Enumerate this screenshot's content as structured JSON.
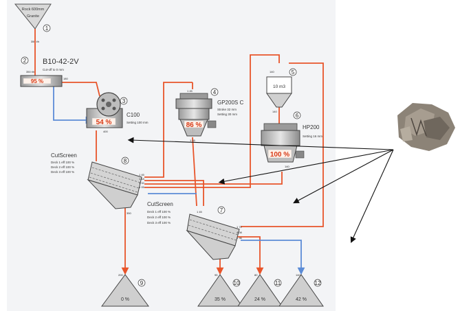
{
  "feed": {
    "line1": "Rock 600mm",
    "line2": "Granite",
    "rate": "350 t/h",
    "node": "1"
  },
  "feeder": {
    "name": "B10-42-2V",
    "spec": "Cut-off to 0 mm",
    "pct": "95 %",
    "node": "2",
    "in_flow": "350 t/h",
    "out_flow": "180"
  },
  "jaw": {
    "name": "C100",
    "spec": "Setting 100 mm",
    "pct": "54 %",
    "node": "3",
    "in_flow": "180",
    "out_flow": "400"
  },
  "cone": {
    "name": "GP200S C",
    "spec1": "Stroke 32 mm",
    "spec2": "Setting 30 mm",
    "pct": "86 %",
    "node": "4",
    "in_flow": "1 45",
    "out_flow": "1 45"
  },
  "bin": {
    "volume": "10 m3",
    "node": "5",
    "in_flow": "140",
    "out_flow": "140"
  },
  "hp": {
    "name": "HP200",
    "spec": "Setting 16 mm",
    "pct": "100 %",
    "node": "6",
    "out_flow": "140"
  },
  "screen1": {
    "name": "CutScreen",
    "lines": [
      "Deck 1 eff 100 %",
      "Deck 2 eff 100 %",
      "Deck 3 eff 100 %"
    ],
    "node": "8",
    "flows": [
      "1 45",
      "1 18",
      "1 32",
      "1 05"
    ],
    "out_flow": "350"
  },
  "screen2": {
    "name": "CutScreen",
    "lines": [
      "Deck 1 eff 100 %",
      "Deck 2 eff 100 %",
      "Deck 3 eff 100 %"
    ],
    "node": "7",
    "in_flow": "1 45",
    "flows": [
      "1 72",
      "4 08",
      "1 36"
    ]
  },
  "products": [
    {
      "node": "9",
      "pct": "0 %",
      "flow": "200"
    },
    {
      "node": "10",
      "pct": "35 %",
      "flow": "95"
    },
    {
      "node": "11",
      "pct": "24 %",
      "flow": "80"
    },
    {
      "node": "12",
      "pct": "42 %",
      "flow": "140"
    }
  ],
  "colors": {
    "flow": "#e8542a",
    "recycle": "#5b8bd6",
    "equipment": "#b9b9b9",
    "frame": "#eef0f4"
  }
}
